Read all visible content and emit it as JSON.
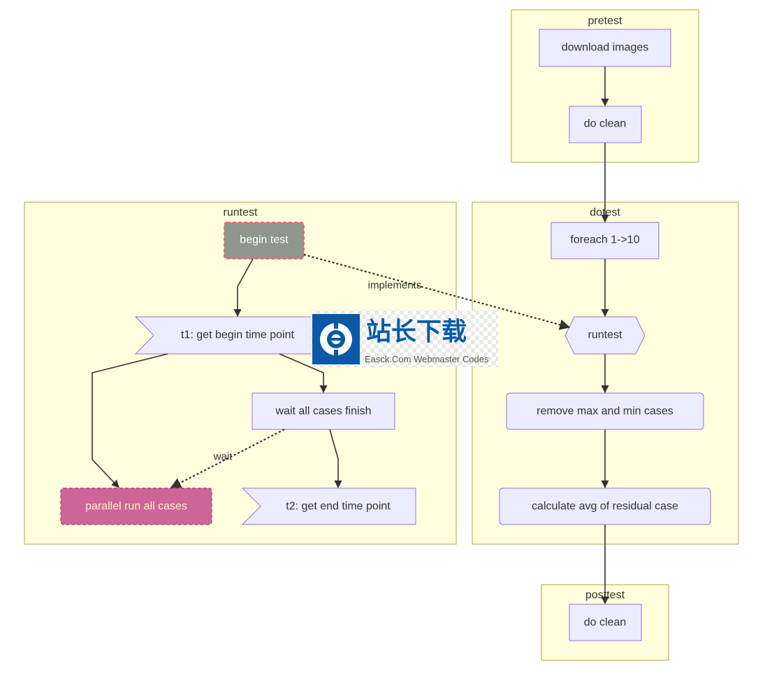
{
  "clusters": {
    "pretest": "pretest",
    "runtest": "runtest",
    "dotest": "dotest",
    "posttest": "posttest"
  },
  "nodes": {
    "download_images": "download images",
    "do_clean_pre": "do clean",
    "begin_test": "begin test",
    "t1": "t1: get begin time point",
    "wait_all": "wait all cases finish",
    "parallel": "parallel run all cases",
    "t2": "t2: get end time point",
    "foreach": "foreach 1->10",
    "runtest": "runtest",
    "remove_max_min": "remove max and min cases",
    "calc_avg": "calculate avg of residual case",
    "do_clean_post": "do clean"
  },
  "edge_labels": {
    "implements": "implements",
    "wait": "wait"
  },
  "colors": {
    "begin_test_fill": "#8f968c",
    "begin_test_stroke": "#f06666",
    "parallel_fill": "#cc6699",
    "parallel_text": "#fff0c0",
    "watermark_blue": "#0a59a8"
  },
  "watermark": {
    "title": "站长下载",
    "subtitle": "Easck.Com Webmaster Codes"
  }
}
